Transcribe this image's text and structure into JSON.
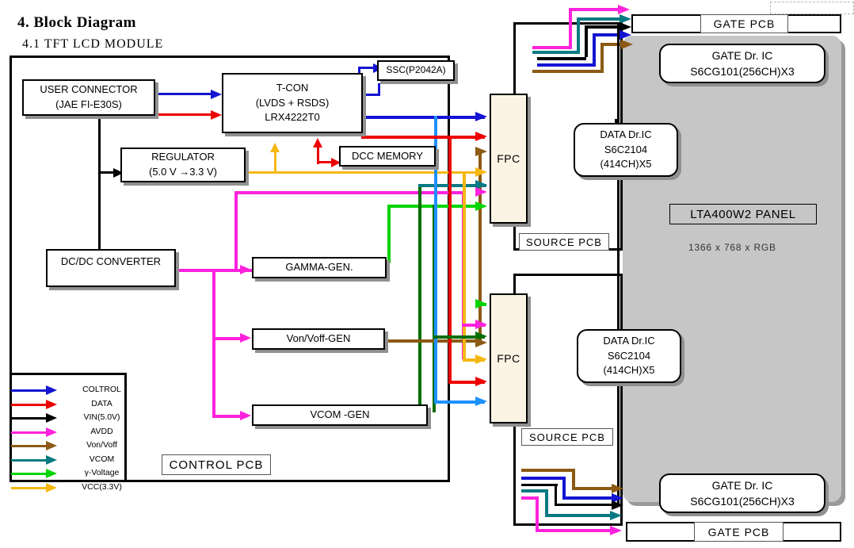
{
  "heading": {
    "section": "4. Block  Diagram",
    "subsection": "4.1    TFT  LCD  MODULE"
  },
  "colors": {
    "control": "#1414d2",
    "data": "#ee0000",
    "vin": "#000000",
    "avdd": "#ff22dd",
    "vonvoff": "#8c5a14",
    "vcom": "#0a7a82",
    "gamma": "#00d400",
    "vcc": "#f5b712",
    "panel_fill": "#c6c6c6",
    "fpc_fill": "#fbf4e4",
    "shadow": "#909090"
  },
  "legend": {
    "items": [
      {
        "label": "COLTROL",
        "color": "#1414d2"
      },
      {
        "label": "DATA",
        "color": "#ee0000"
      },
      {
        "label": "VIN(5.0V)",
        "color": "#000000"
      },
      {
        "label": "AVDD",
        "color": "#ff22dd"
      },
      {
        "label": "Von/Voff",
        "color": "#8c5a14"
      },
      {
        "label": "VCOM",
        "color": "#0a7a82"
      },
      {
        "label": "γ-Voltage",
        "color": "#00d400"
      },
      {
        "label": "VCC(3.3V)",
        "color": "#f5b712"
      }
    ]
  },
  "blocks": {
    "user_connector": {
      "line1": "USER  CONNECTOR",
      "line2": "(JAE  FI-E30S)"
    },
    "tcon": {
      "line1": "T-CON",
      "line2": "(LVDS  +  RSDS)",
      "line3": "LRX4222T0"
    },
    "ssc": {
      "line1": "SSC(P2042A)"
    },
    "regulator": {
      "line1": "REGULATOR",
      "line2": "(5.0 V  →3.3 V)"
    },
    "dcc_memory": {
      "line1": "DCC  MEMORY"
    },
    "dcdc": {
      "line1": "DC/DC  CONVERTER"
    },
    "gamma_gen": {
      "line1": "GAMMA-GEN."
    },
    "von_voff_gen": {
      "line1": "Von/Voff-GEN"
    },
    "vcom_gen": {
      "line1": "VCOM  -GEN"
    },
    "fpc_top": {
      "line1": "FPC"
    },
    "fpc_bottom": {
      "line1": "FPC"
    },
    "data_ic_top": {
      "line1": "DATA   Dr.IC",
      "line2": "S6C2104",
      "line3": "(414CH)X5"
    },
    "data_ic_bottom": {
      "line1": "DATA   Dr.IC",
      "line2": "S6C2104",
      "line3": "(414CH)X5"
    },
    "gate_ic_top": {
      "line1": "GATE   Dr. IC",
      "line2": "S6CG101(256CH)X3"
    },
    "gate_ic_bottom": {
      "line1": "GATE   Dr. IC",
      "line2": "S6CG101(256CH)X3"
    }
  },
  "labels": {
    "control_pcb": "CONTROL  PCB",
    "source_pcb_top": "SOURCE  PCB",
    "source_pcb_bottom": "SOURCE  PCB",
    "gate_pcb_top": "GATE  PCB",
    "gate_pcb_bottom": "GATE  PCB",
    "panel_name": "LTA400W2  PANEL",
    "panel_resolution": "1366  x  768  x  RGB"
  }
}
